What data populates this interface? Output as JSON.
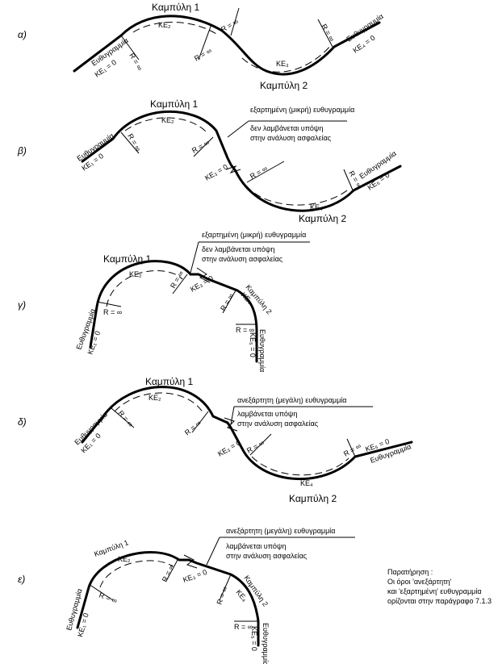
{
  "rows": {
    "a": "α)",
    "b": "β)",
    "c": "γ)",
    "d": "δ)",
    "e": "ε)"
  },
  "labels": {
    "curve1": "Καμπύλη 1",
    "curve2": "Καμπύλη 2",
    "straight": "Ευθυγραμμία",
    "r_inf": "R = ∞",
    "ke1": "KE₁ = 0",
    "ke2": "KE₂",
    "ke3": "KE₃",
    "ke3_zero": "KE₃ = 0",
    "ke4": "KE₄",
    "ke4_zero": "KE₄ = 0",
    "ke5_zero": "KE₅ = 0"
  },
  "callouts": {
    "dependent_title": "εξαρτημένη (μικρή) ευθυγραμμία",
    "not_considered_1": "δεν λαμβάνεται υπόψη",
    "not_considered_2": "στην ανάλυση ασφαλείας",
    "independent_title": "ανεξάρτητη (μεγάλη) ευθυγραμμία",
    "considered_1": "λαμβάνεται υπόψη",
    "considered_2": "στην ανάλυση ασφαλείας"
  },
  "note": {
    "title": "Παρατήρηση :",
    "line1": "Οι όροι 'ανεξάρτητη'",
    "line2": "και 'εξαρτημένη' ευθυγραμμία",
    "line3": "ορίζονται στην παράγραφο 7.1.3"
  }
}
